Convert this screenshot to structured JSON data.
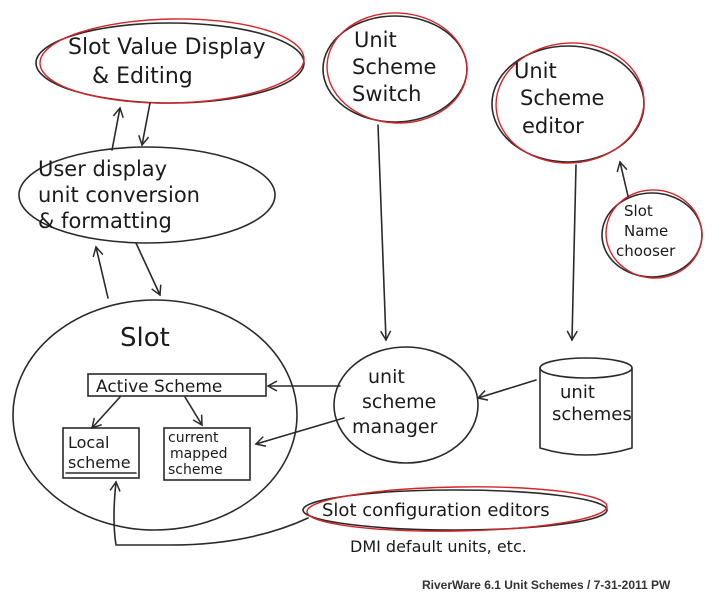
{
  "nodes": {
    "slot_value_display": {
      "line1": "Slot Value Display",
      "line2": "& Editing"
    },
    "unit_scheme_switch": {
      "line1": "Unit",
      "line2": "Scheme",
      "line3": "Switch"
    },
    "unit_scheme_editor": {
      "line1": "Unit",
      "line2": "Scheme",
      "line3": "editor"
    },
    "user_display": {
      "line1": "User display",
      "line2": "unit conversion",
      "line3": "& formatting"
    },
    "slot_name_chooser": {
      "line1": "Slot",
      "line2": "Name",
      "line3": "chooser"
    },
    "slot": {
      "label": "Slot"
    },
    "active_scheme": {
      "label": "Active Scheme"
    },
    "local_scheme": {
      "line1": "Local",
      "line2": "scheme"
    },
    "current_mapped_scheme": {
      "line1": "current",
      "line2": "mapped",
      "line3": "scheme"
    },
    "unit_scheme_manager": {
      "line1": "unit",
      "line2": "scheme",
      "line3": "manager"
    },
    "unit_schemes": {
      "line1": "unit",
      "line2": "schemes"
    },
    "slot_configuration_editors": {
      "label": "Slot configuration editors"
    },
    "dmi_note": {
      "label": "DMI default units, etc."
    }
  },
  "footer": {
    "caption": "RiverWare 6.1 Unit Schemes / 7-31-2011 PW"
  },
  "colors": {
    "ink": "#2a2a2a",
    "highlight": "#d4262b"
  }
}
